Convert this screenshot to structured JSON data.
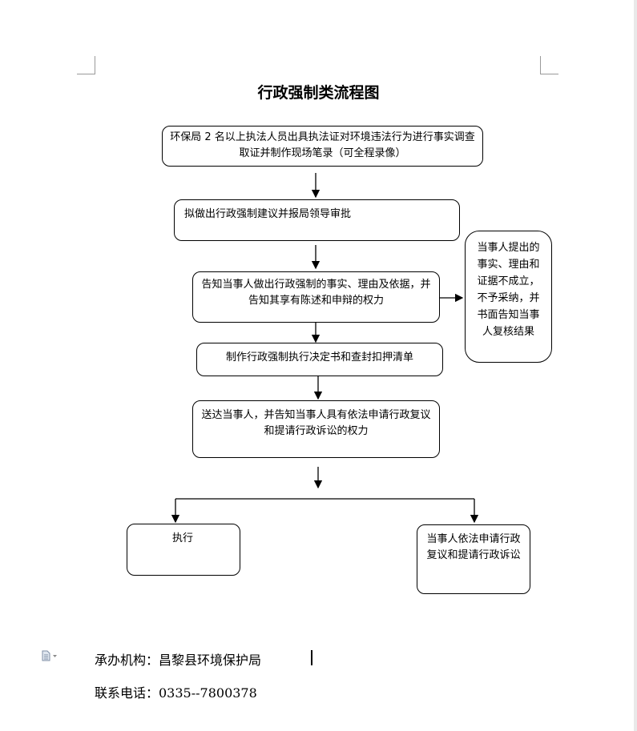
{
  "title": "行政强制类流程图",
  "steps": {
    "step1": "环保局 2 名以上执法人员出具执法证对环境违法行为进行事实调查取证并制作现场笔录（可全程录像）",
    "step2": "拟做出行政强制建议并报局领导审批",
    "step3": "告知当事人做出行政强制的事实、理由及依据，并告知其享有陈述和申辩的权力",
    "side": "当事人提出的事实、理由和证据不成立，不予采纳，并书面告知当事人复核结果",
    "step4": "制作行政强制执行决定书和查封扣押清单",
    "step5": "送达当事人，并告知当事人具有依法申请行政复议和提请行政诉讼的权力",
    "branch_left": "执行",
    "branch_right": "当事人依法申请行政复议和提请行政诉讼"
  },
  "footer": {
    "org": "承办机构：昌黎县环境保护局",
    "phone": "联系电话：0335--7800378"
  }
}
